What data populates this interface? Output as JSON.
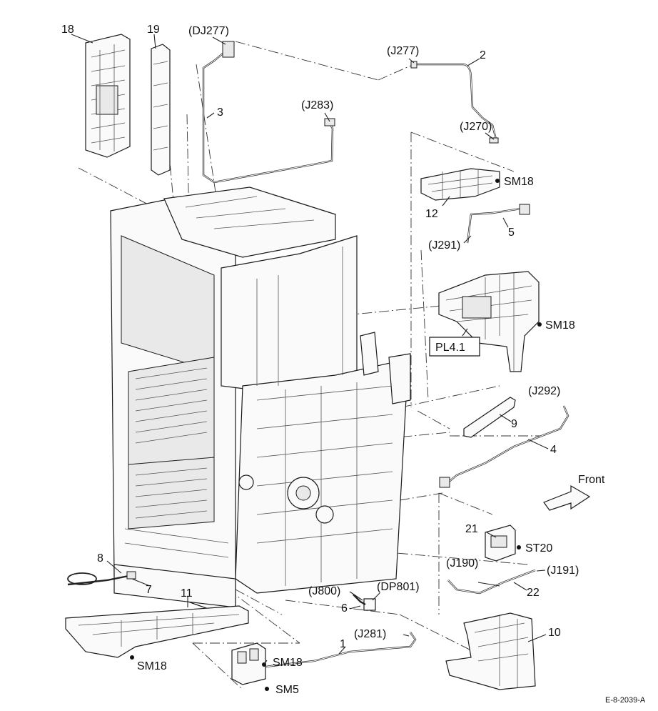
{
  "labels": {
    "p18": "18",
    "p19": "19",
    "dj277": "(DJ277)",
    "j277": "(J277)",
    "p2": "2",
    "p3": "3",
    "j283": "(J283)",
    "j270": "(J270)",
    "sm18_a": "SM18",
    "p12": "12",
    "p5": "5",
    "j291": "(J291)",
    "sm18_b": "SM18",
    "pl41": "PL4.1",
    "j292": "(J292)",
    "p9": "9",
    "p4": "4",
    "front": "Front",
    "p21": "21",
    "st20": "ST20",
    "j190": "(J190)",
    "j191": "(J191)",
    "p22": "22",
    "p8": "8",
    "p7": "7",
    "p11": "11",
    "j800": "(J800)",
    "dp801": "(DP801)",
    "p6": "6",
    "j281": "(J281)",
    "p1": "1",
    "p10": "10",
    "sm18_c": "SM18",
    "sm18_d": "SM18",
    "sm5": "SM5",
    "figure_id": "E-8-2039-A"
  }
}
